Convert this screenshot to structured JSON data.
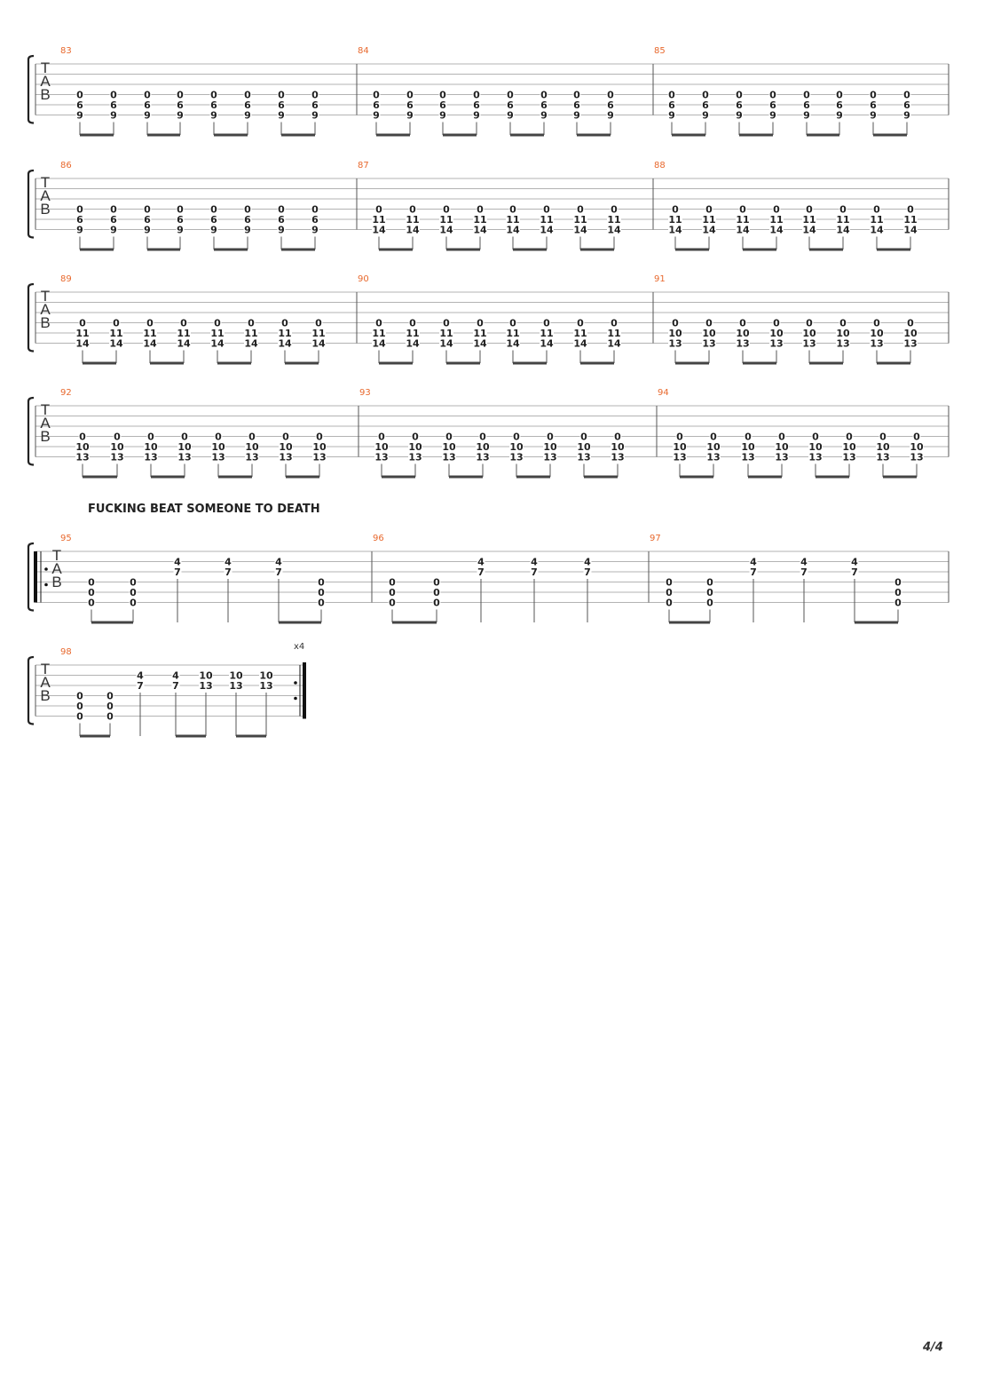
{
  "tab_clef": [
    "T",
    "A",
    "B"
  ],
  "section_label": "FUCKING BEAT SOMEONE TO DEATH",
  "page_number": "4/4",
  "repeat_count": "x4",
  "colors": {
    "measure_number": "#e8692e",
    "staff_line": "#9a9a9a",
    "text": "#222222"
  },
  "systems": [
    {
      "measures": [
        {
          "number": "83",
          "beats": [
            {
              "6": "9",
              "5": "6",
              "4": "0"
            },
            {
              "6": "9",
              "5": "6",
              "4": "0"
            },
            {
              "6": "9",
              "5": "6",
              "4": "0"
            },
            {
              "6": "9",
              "5": "6",
              "4": "0"
            },
            {
              "6": "9",
              "5": "6",
              "4": "0"
            },
            {
              "6": "9",
              "5": "6",
              "4": "0"
            },
            {
              "6": "9",
              "5": "6",
              "4": "0"
            },
            {
              "6": "9",
              "5": "6",
              "4": "0"
            }
          ]
        },
        {
          "number": "84",
          "beats": [
            {
              "6": "9",
              "5": "6",
              "4": "0"
            },
            {
              "6": "9",
              "5": "6",
              "4": "0"
            },
            {
              "6": "9",
              "5": "6",
              "4": "0"
            },
            {
              "6": "9",
              "5": "6",
              "4": "0"
            },
            {
              "6": "9",
              "5": "6",
              "4": "0"
            },
            {
              "6": "9",
              "5": "6",
              "4": "0"
            },
            {
              "6": "9",
              "5": "6",
              "4": "0"
            },
            {
              "6": "9",
              "5": "6",
              "4": "0"
            }
          ]
        },
        {
          "number": "85",
          "beats": [
            {
              "6": "9",
              "5": "6",
              "4": "0"
            },
            {
              "6": "9",
              "5": "6",
              "4": "0"
            },
            {
              "6": "9",
              "5": "6",
              "4": "0"
            },
            {
              "6": "9",
              "5": "6",
              "4": "0"
            },
            {
              "6": "9",
              "5": "6",
              "4": "0"
            },
            {
              "6": "9",
              "5": "6",
              "4": "0"
            },
            {
              "6": "9",
              "5": "6",
              "4": "0"
            },
            {
              "6": "9",
              "5": "6",
              "4": "0"
            }
          ]
        }
      ]
    },
    {
      "measures": [
        {
          "number": "86",
          "beats": [
            {
              "6": "9",
              "5": "6",
              "4": "0"
            },
            {
              "6": "9",
              "5": "6",
              "4": "0"
            },
            {
              "6": "9",
              "5": "6",
              "4": "0"
            },
            {
              "6": "9",
              "5": "6",
              "4": "0"
            },
            {
              "6": "9",
              "5": "6",
              "4": "0"
            },
            {
              "6": "9",
              "5": "6",
              "4": "0"
            },
            {
              "6": "9",
              "5": "6",
              "4": "0"
            },
            {
              "6": "9",
              "5": "6",
              "4": "0"
            }
          ]
        },
        {
          "number": "87",
          "beats": [
            {
              "6": "14",
              "5": "11",
              "4": "0"
            },
            {
              "6": "14",
              "5": "11",
              "4": "0"
            },
            {
              "6": "14",
              "5": "11",
              "4": "0"
            },
            {
              "6": "14",
              "5": "11",
              "4": "0"
            },
            {
              "6": "14",
              "5": "11",
              "4": "0"
            },
            {
              "6": "14",
              "5": "11",
              "4": "0"
            },
            {
              "6": "14",
              "5": "11",
              "4": "0"
            },
            {
              "6": "14",
              "5": "11",
              "4": "0"
            }
          ]
        },
        {
          "number": "88",
          "beats": [
            {
              "6": "14",
              "5": "11",
              "4": "0"
            },
            {
              "6": "14",
              "5": "11",
              "4": "0"
            },
            {
              "6": "14",
              "5": "11",
              "4": "0"
            },
            {
              "6": "14",
              "5": "11",
              "4": "0"
            },
            {
              "6": "14",
              "5": "11",
              "4": "0"
            },
            {
              "6": "14",
              "5": "11",
              "4": "0"
            },
            {
              "6": "14",
              "5": "11",
              "4": "0"
            },
            {
              "6": "14",
              "5": "11",
              "4": "0"
            }
          ]
        }
      ]
    },
    {
      "measures": [
        {
          "number": "89",
          "beats": [
            {
              "6": "14",
              "5": "11",
              "4": "0"
            },
            {
              "6": "14",
              "5": "11",
              "4": "0"
            },
            {
              "6": "14",
              "5": "11",
              "4": "0"
            },
            {
              "6": "14",
              "5": "11",
              "4": "0"
            },
            {
              "6": "14",
              "5": "11",
              "4": "0"
            },
            {
              "6": "14",
              "5": "11",
              "4": "0"
            },
            {
              "6": "14",
              "5": "11",
              "4": "0"
            },
            {
              "6": "14",
              "5": "11",
              "4": "0"
            }
          ]
        },
        {
          "number": "90",
          "beats": [
            {
              "6": "14",
              "5": "11",
              "4": "0"
            },
            {
              "6": "14",
              "5": "11",
              "4": "0"
            },
            {
              "6": "14",
              "5": "11",
              "4": "0"
            },
            {
              "6": "14",
              "5": "11",
              "4": "0"
            },
            {
              "6": "14",
              "5": "11",
              "4": "0"
            },
            {
              "6": "14",
              "5": "11",
              "4": "0"
            },
            {
              "6": "14",
              "5": "11",
              "4": "0"
            },
            {
              "6": "14",
              "5": "11",
              "4": "0"
            }
          ]
        },
        {
          "number": "91",
          "beats": [
            {
              "6": "13",
              "5": "10",
              "4": "0"
            },
            {
              "6": "13",
              "5": "10",
              "4": "0"
            },
            {
              "6": "13",
              "5": "10",
              "4": "0"
            },
            {
              "6": "13",
              "5": "10",
              "4": "0"
            },
            {
              "6": "13",
              "5": "10",
              "4": "0"
            },
            {
              "6": "13",
              "5": "10",
              "4": "0"
            },
            {
              "6": "13",
              "5": "10",
              "4": "0"
            },
            {
              "6": "13",
              "5": "10",
              "4": "0"
            }
          ]
        }
      ]
    },
    {
      "measures": [
        {
          "number": "92",
          "beats": [
            {
              "6": "13",
              "5": "10",
              "4": "0"
            },
            {
              "6": "13",
              "5": "10",
              "4": "0"
            },
            {
              "6": "13",
              "5": "10",
              "4": "0"
            },
            {
              "6": "13",
              "5": "10",
              "4": "0"
            },
            {
              "6": "13",
              "5": "10",
              "4": "0"
            },
            {
              "6": "13",
              "5": "10",
              "4": "0"
            },
            {
              "6": "13",
              "5": "10",
              "4": "0"
            },
            {
              "6": "13",
              "5": "10",
              "4": "0"
            }
          ]
        },
        {
          "number": "93",
          "beats": [
            {
              "6": "13",
              "5": "10",
              "4": "0"
            },
            {
              "6": "13",
              "5": "10",
              "4": "0"
            },
            {
              "6": "13",
              "5": "10",
              "4": "0"
            },
            {
              "6": "13",
              "5": "10",
              "4": "0"
            },
            {
              "6": "13",
              "5": "10",
              "4": "0"
            },
            {
              "6": "13",
              "5": "10",
              "4": "0"
            },
            {
              "6": "13",
              "5": "10",
              "4": "0"
            },
            {
              "6": "13",
              "5": "10",
              "4": "0"
            }
          ]
        },
        {
          "number": "94",
          "beats": [
            {
              "6": "13",
              "5": "10",
              "4": "0"
            },
            {
              "6": "13",
              "5": "10",
              "4": "0"
            },
            {
              "6": "13",
              "5": "10",
              "4": "0"
            },
            {
              "6": "13",
              "5": "10",
              "4": "0"
            },
            {
              "6": "13",
              "5": "10",
              "4": "0"
            },
            {
              "6": "13",
              "5": "10",
              "4": "0"
            },
            {
              "6": "13",
              "5": "10",
              "4": "0"
            },
            {
              "6": "13",
              "5": "10",
              "4": "0"
            }
          ]
        }
      ]
    },
    {
      "measures": [
        {
          "number": "95",
          "beats": [
            {
              "4": "0",
              "5": "0",
              "6": "0"
            },
            {
              "4": "0",
              "5": "0",
              "6": "0"
            },
            {
              "3": "7",
              "2": "4"
            },
            {
              "3": "7",
              "2": "4"
            },
            {
              "3": "7",
              "2": "4"
            },
            {
              "4": "0",
              "5": "0",
              "6": "0"
            }
          ]
        },
        {
          "number": "96",
          "beats": [
            {
              "4": "0",
              "5": "0",
              "6": "0"
            },
            {
              "4": "0",
              "5": "0",
              "6": "0"
            },
            {
              "3": "7",
              "2": "4"
            },
            {
              "3": "7",
              "2": "4"
            },
            {
              "3": "7",
              "2": "4"
            }
          ]
        },
        {
          "number": "97",
          "beats": [
            {
              "4": "0",
              "5": "0",
              "6": "0"
            },
            {
              "4": "0",
              "5": "0",
              "6": "0"
            },
            {
              "3": "7",
              "2": "4"
            },
            {
              "3": "7",
              "2": "4"
            },
            {
              "3": "7",
              "2": "4"
            },
            {
              "4": "0",
              "5": "0",
              "6": "0"
            }
          ]
        }
      ]
    },
    {
      "measures": [
        {
          "number": "98",
          "beats": [
            {
              "4": "0",
              "5": "0",
              "6": "0"
            },
            {
              "4": "0",
              "5": "0",
              "6": "0"
            },
            {
              "3": "7",
              "2": "4"
            },
            {
              "3": "7",
              "2": "4"
            },
            {
              "3": "13",
              "2": "10"
            },
            {
              "3": "13",
              "2": "10"
            },
            {
              "3": "13",
              "2": "10"
            }
          ]
        }
      ]
    }
  ]
}
